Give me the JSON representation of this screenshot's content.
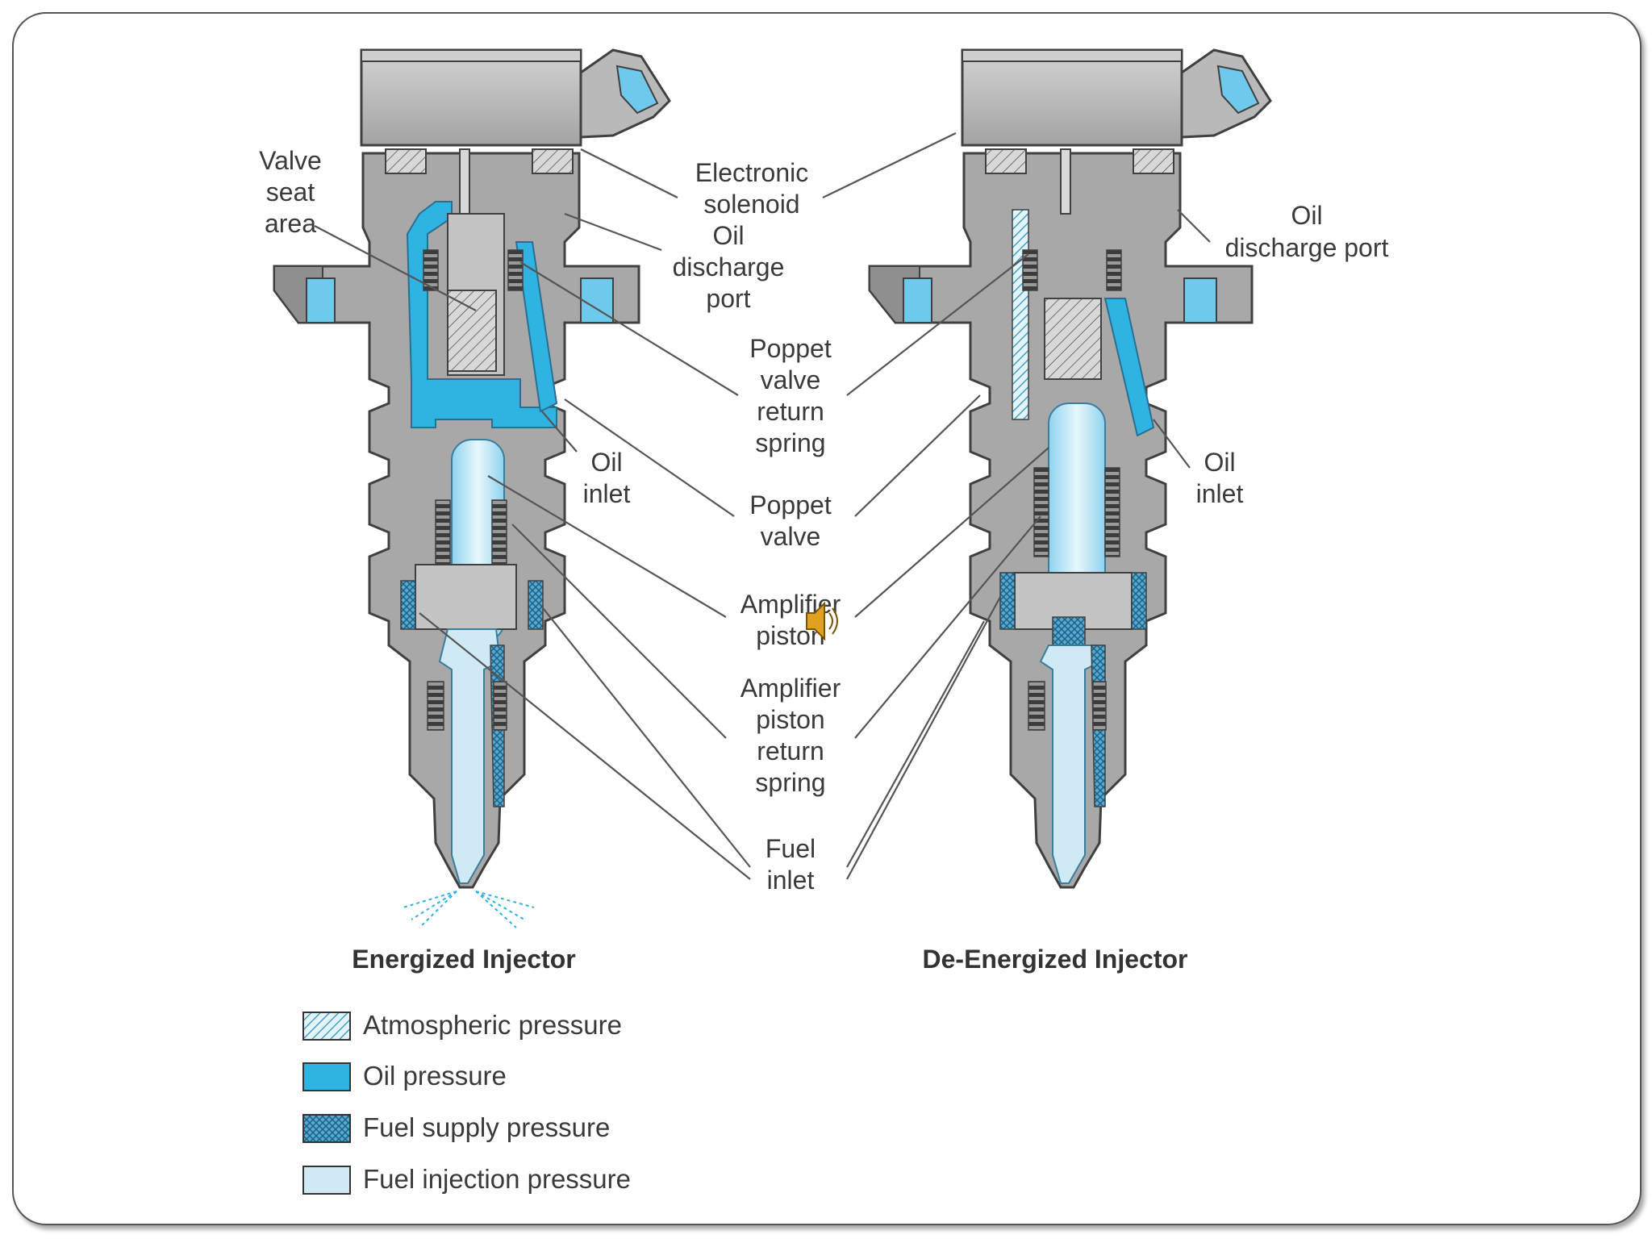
{
  "colors": {
    "body": "#a9a9a9",
    "body_dark": "#8c8c8c",
    "solenoid_cap": "#bdbdbd",
    "oil": "#2fb3e3",
    "fuel_injection": "#cfeaf5",
    "outline": "#4a4a4a"
  },
  "diagram": {
    "captions": {
      "energized": "Energized Injector",
      "de_energized": "De-Energized Injector"
    },
    "labels": {
      "valve_seat_area": [
        "Valve",
        "seat",
        "area"
      ],
      "electronic_solenoid": [
        "Electronic",
        "solenoid"
      ],
      "oil_discharge_port_center": [
        "Oil",
        "discharge",
        "port"
      ],
      "oil_discharge_port_right": [
        "Oil",
        "discharge port"
      ],
      "poppet_valve_return_spring": [
        "Poppet",
        "valve",
        "return",
        "spring"
      ],
      "oil_inlet_left": [
        "Oil",
        "inlet"
      ],
      "oil_inlet_right": [
        "Oil",
        "inlet"
      ],
      "poppet_valve": [
        "Poppet",
        "valve"
      ],
      "amplifier_piston": [
        "Amplifier",
        "piston"
      ],
      "amplifier_piston_return_spring": [
        "Amplifier",
        "piston",
        "return",
        "spring"
      ],
      "fuel_inlet": [
        "Fuel",
        "inlet"
      ]
    },
    "legend": [
      {
        "pattern": "atmospheric",
        "label": "Atmospheric pressure"
      },
      {
        "pattern": "oil",
        "label": "Oil pressure"
      },
      {
        "pattern": "fuel-supply",
        "label": "Fuel supply pressure"
      },
      {
        "pattern": "fuel-injection",
        "label": "Fuel injection pressure"
      }
    ],
    "audio_icon": "speaker-icon"
  }
}
